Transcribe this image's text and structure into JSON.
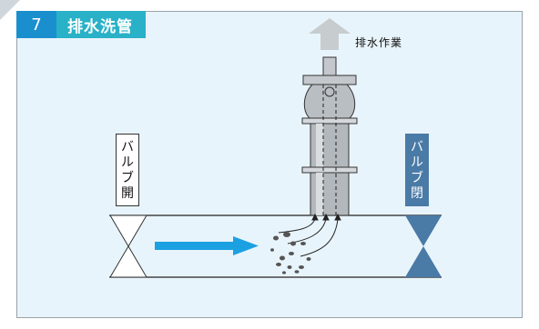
{
  "step": {
    "number": "7",
    "title": "排水洗管"
  },
  "labels": {
    "drain_operation": "排水作業",
    "valve_open": [
      "バ",
      "ル",
      "ブ",
      "開"
    ],
    "valve_closed": [
      "バ",
      "ル",
      "ブ",
      "閉"
    ]
  },
  "colors": {
    "panel_bg": "#e8f4fb",
    "step_num_bg": "#1a8fce",
    "step_title_bg": "#29b1c8",
    "flow_arrow": "#1ba1e2",
    "closed_valve": "#4a7aa6",
    "up_arrow": "#c7cccf"
  }
}
